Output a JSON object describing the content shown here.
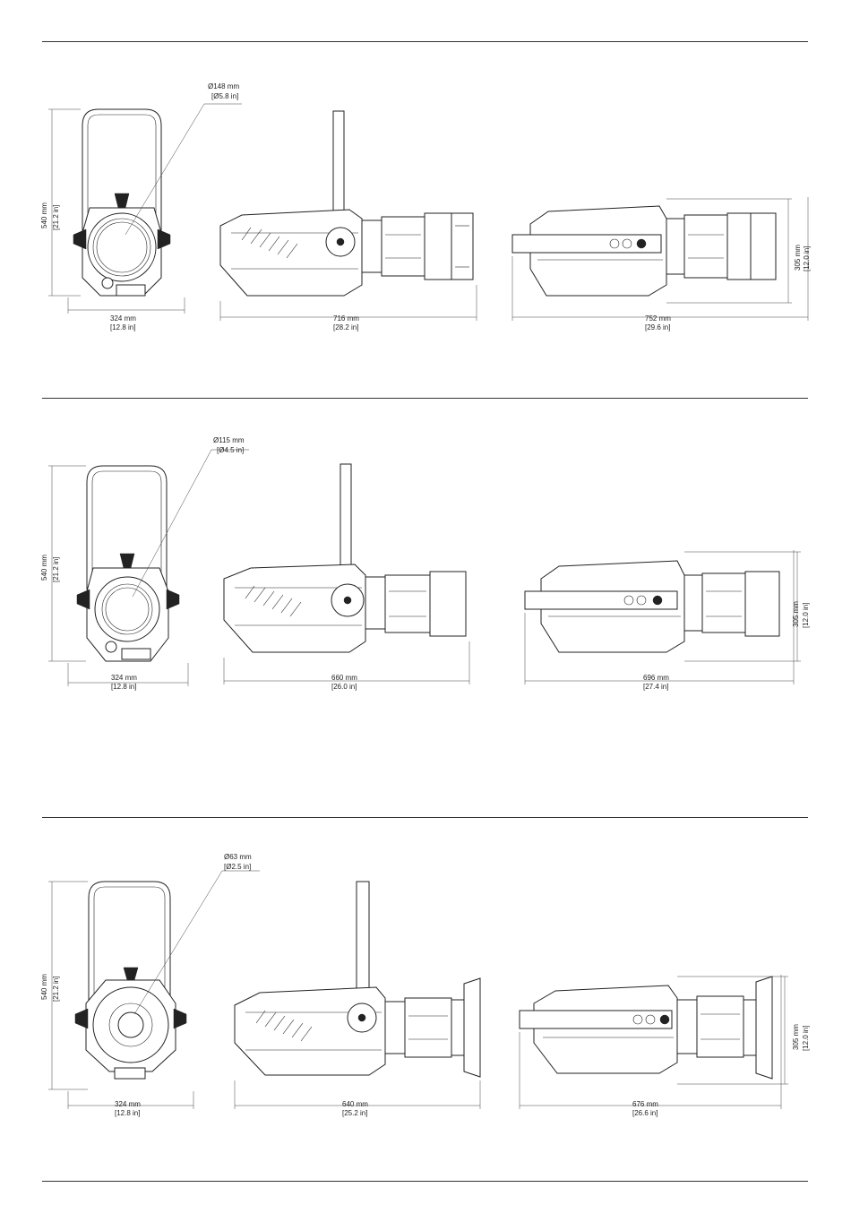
{
  "rows": [
    {
      "diameter_mm": "Ø148 mm",
      "diameter_in": "[Ø5.8 in]",
      "height_mm": "540 mm",
      "height_in": "[21.2 in]",
      "front_width_mm": "324 mm",
      "front_width_in": "[12.8 in]",
      "side_length_mm": "716 mm",
      "side_length_in": "[28.2 in]",
      "rear_length_mm": "752 mm",
      "rear_length_in": "[29.6 in]",
      "rear_height_mm": "305 mm",
      "rear_height_in": "[12.0 in]"
    },
    {
      "diameter_mm": "Ø115 mm",
      "diameter_in": "[Ø4.5 in]",
      "height_mm": "540 mm",
      "height_in": "[21.2 in]",
      "front_width_mm": "324 mm",
      "front_width_in": "[12.8 in]",
      "side_length_mm": "660 mm",
      "side_length_in": "[26.0 in]",
      "rear_length_mm": "696 mm",
      "rear_length_in": "[27.4 in]",
      "rear_height_mm": "305 mm",
      "rear_height_in": "[12.0 in]"
    },
    {
      "diameter_mm": "Ø63 mm",
      "diameter_in": "[Ø2.5 in]",
      "height_mm": "540 mm",
      "height_in": "[21.2 in]",
      "front_width_mm": "324 mm",
      "front_width_in": "[12.8 in]",
      "side_length_mm": "640 mm",
      "side_length_in": "[25.2 in]",
      "rear_length_mm": "676 mm",
      "rear_length_in": "[26.6 in]",
      "rear_height_mm": "305 mm",
      "rear_height_in": "[12.0 in]"
    }
  ]
}
